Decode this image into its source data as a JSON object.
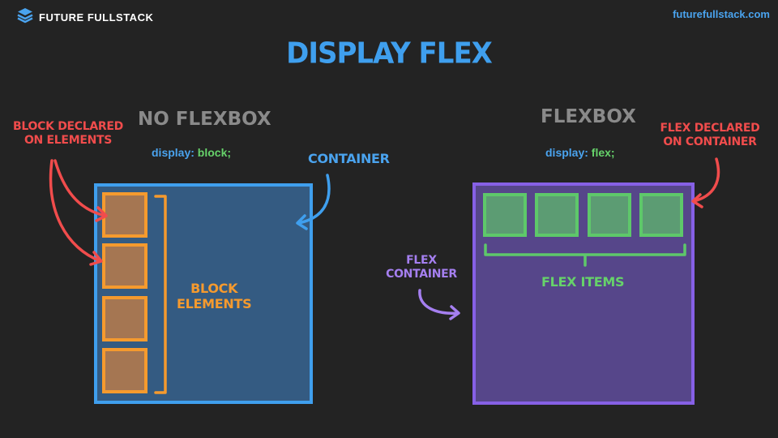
{
  "brand": {
    "name": "FUTURE FULLSTACK",
    "url": "futurefullstack.com"
  },
  "title": "DISPLAY FLEX",
  "left": {
    "heading": "NO FLEXBOX",
    "code_property": "display:",
    "code_value": "block;",
    "annotation_block_declared": [
      "BLOCK DECLARED",
      "ON ELEMENTS"
    ],
    "annotation_container": "CONTAINER",
    "annotation_block_elements": [
      "BLOCK",
      "ELEMENTS"
    ]
  },
  "right": {
    "heading": "FLEXBOX",
    "code_property": "display:",
    "code_value": "flex;",
    "annotation_flex_declared": [
      "FLEX DECLARED",
      "ON CONTAINER"
    ],
    "annotation_flex_container": [
      "FLEX",
      "CONTAINER"
    ],
    "annotation_flex_items": "FLEX ITEMS"
  },
  "colors": {
    "background": "#232323",
    "blue": "#3f9fee",
    "orange": "#f59a2e",
    "purple": "#8660e6",
    "green": "#5ec86a",
    "red": "#f14c4c"
  },
  "icons": {
    "brand_logo": "layers-icon"
  }
}
